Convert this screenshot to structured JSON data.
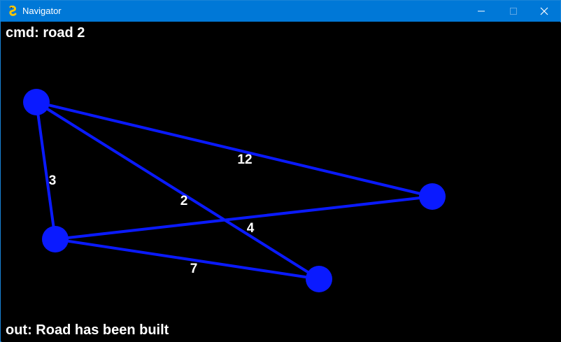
{
  "window": {
    "title": "Navigator",
    "icon": "python-snake-icon",
    "controls": [
      "minimize-icon",
      "maximize-icon",
      "close-icon"
    ]
  },
  "console": {
    "command": "cmd: road 2",
    "output": "out: Road has been built"
  },
  "graph": {
    "colors": {
      "node": "#0a1aff",
      "edge": "#0a1aff",
      "label": "#ffffff",
      "background": "#000000"
    },
    "nodes": [
      "A",
      "B",
      "C",
      "D"
    ],
    "edges": [
      {
        "from": "A",
        "to": "B",
        "weight": "3"
      },
      {
        "from": "A",
        "to": "C",
        "weight": "12"
      },
      {
        "from": "A",
        "to": "D",
        "weight": "2"
      },
      {
        "from": "B",
        "to": "C",
        "weight": "4"
      },
      {
        "from": "B",
        "to": "D",
        "weight": "7"
      }
    ]
  }
}
